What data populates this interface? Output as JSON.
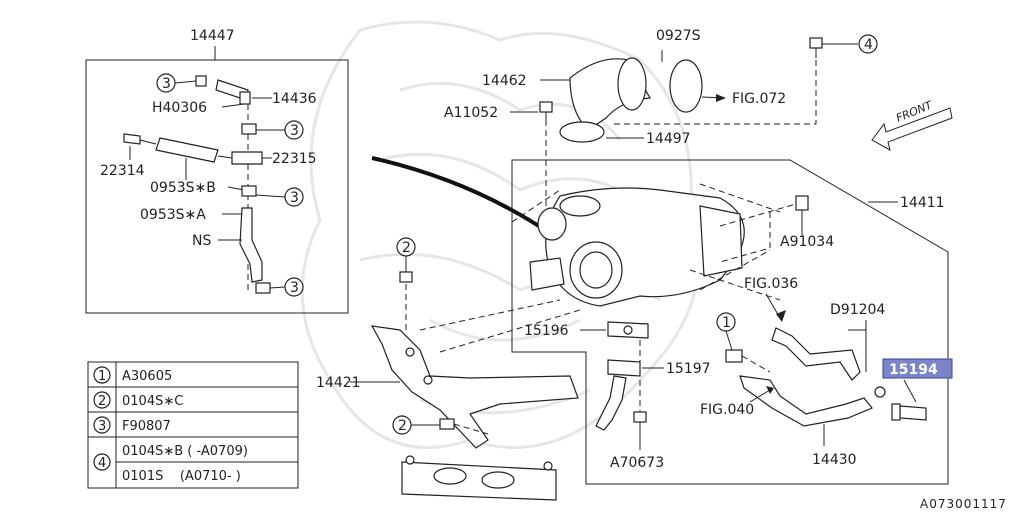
{
  "diagram": {
    "box_label": "14447",
    "box_parts": [
      "14436",
      "H40306",
      "22314",
      "22315",
      "0953S∗B",
      "0953S∗A",
      "NS"
    ],
    "callout_3": "3",
    "main_parts": {
      "p09275": "0927S",
      "p14462": "14462",
      "pA11052": "A11052",
      "p14497": "14497",
      "pFIG072": "FIG.072",
      "p14411": "14411",
      "pA91034": "A91034",
      "pFIG036": "FIG.036",
      "pD91204": "D91204",
      "p15194": "15194",
      "p15196": "15196",
      "p15197": "15197",
      "p14421": "14421",
      "pFIG040": "FIG.040",
      "p14430": "14430",
      "pA70673": "A70673",
      "front": "FRONT"
    },
    "callouts": {
      "c1": "1",
      "c2": "2",
      "c4": "4"
    },
    "legend": [
      {
        "num": "1",
        "parts": [
          "A30605"
        ]
      },
      {
        "num": "2",
        "parts": [
          "0104S∗C"
        ]
      },
      {
        "num": "3",
        "parts": [
          "F90807"
        ]
      },
      {
        "num": "4",
        "parts": [
          "0104S∗B ( -A0709)",
          "0101S    (A0710- )"
        ]
      }
    ],
    "doc_id": "A073001117"
  }
}
